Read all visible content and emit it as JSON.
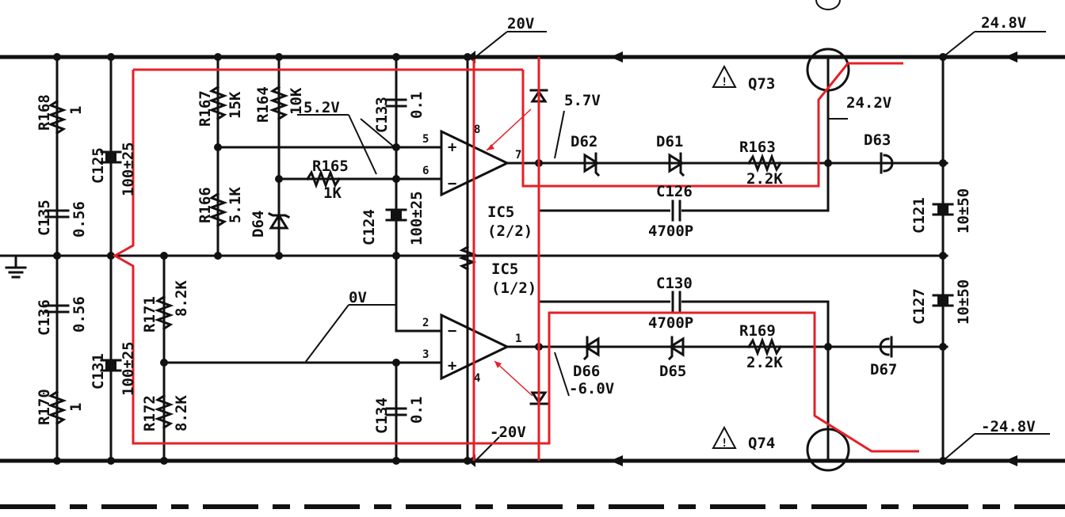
{
  "rails": {
    "pos_supply": "20V",
    "pos_input": "24.8V",
    "neg_supply": "-20V",
    "neg_input": "-24.8V",
    "reg_out": "24.2V"
  },
  "nodes": {
    "v52": "5.2V",
    "v57": "5.7V",
    "v0": "0V",
    "vneg6": "-6.0V"
  },
  "ic": {
    "upper_name": "IC5",
    "upper_part": "(2/2)",
    "lower_name": "IC5",
    "lower_part": "(1/2)",
    "pin5": "5",
    "pin6": "6",
    "pin7": "7",
    "pin8": "8",
    "pin2": "2",
    "pin3": "3",
    "pin1": "1",
    "pin4": "4"
  },
  "parts": {
    "r168": "R168",
    "r168v": "1",
    "c125": "C125",
    "c125v": "100±25",
    "c135": "C135",
    "c135v": "0.56",
    "c136": "C136",
    "c136v": "0.56",
    "c131": "C131",
    "c131v": "100±25",
    "r170": "R170",
    "r170v": "1",
    "r167": "R167",
    "r167v": "15K",
    "r164": "R164",
    "r164v": "10K",
    "c133": "C133",
    "c133v": "0.1",
    "r166": "R166",
    "r166v": "5.1K",
    "d64": "D64",
    "r165": "R165",
    "r165v": "1K",
    "c124": "C124",
    "c124v": "100±25",
    "r171": "R171",
    "r171v": "8.2K",
    "r172": "R172",
    "r172v": "8.2K",
    "c134": "C134",
    "c134v": "0.1",
    "d62": "D62",
    "d61": "D61",
    "r163": "R163",
    "r163v": "2.2K",
    "d63": "D63",
    "c126": "C126",
    "c126v": "4700P",
    "c121": "C121",
    "c121v": "10±50",
    "q73": "Q73",
    "c130": "C130",
    "c130v": "4700P",
    "d66": "D66",
    "d65": "D65",
    "r169": "R169",
    "r169v": "2.2K",
    "d67": "D67",
    "c127": "C127",
    "c127v": "10±50",
    "q74": "Q74"
  },
  "colors": {
    "ink": "#111111",
    "annotation": "#e52028"
  }
}
